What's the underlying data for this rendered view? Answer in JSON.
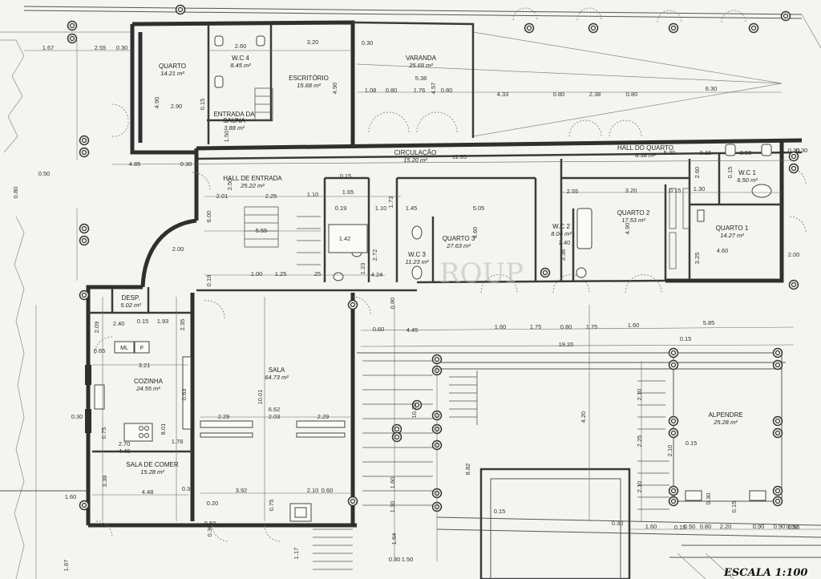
{
  "rooms": [
    {
      "name": "QUARTO",
      "area": "14.21 m²"
    },
    {
      "name": "W.C 4",
      "area": "8.45 m²"
    },
    {
      "name": "ESCRITÓRIO",
      "area": "15.68 m²"
    },
    {
      "name": "VARANDA",
      "area": "25.69 m²"
    },
    {
      "name": "ENTRADA DA SAUNA",
      "area": "3.88 m²"
    },
    {
      "name": "CIRCULAÇÃO",
      "area": "15.20 m²"
    },
    {
      "name": "HALL DO QUARTO",
      "area": "8.38 m²"
    },
    {
      "name": "HALL DE ENTRADA",
      "area": "25.22 m²"
    },
    {
      "name": "W.C 1",
      "area": "6.50 m²"
    },
    {
      "name": "W.C 2",
      "area": "8.04 m²"
    },
    {
      "name": "QUARTO 2",
      "area": "17.53 m²"
    },
    {
      "name": "QUARTO 1",
      "area": "14.27 m²"
    },
    {
      "name": "QUARTO 3",
      "area": "27.63 m²"
    },
    {
      "name": "W.C 3",
      "area": "11.23 m²"
    },
    {
      "name": "DESP.",
      "area": "5.02 m²"
    },
    {
      "name": "COZINHA",
      "area": "24.55 m²"
    },
    {
      "name": "SALA",
      "area": "64.73 m²"
    },
    {
      "name": "SALA DE COMER",
      "area": "15.28 m²"
    },
    {
      "name": "ALPENDRE",
      "area": "25.28 m²"
    }
  ],
  "fixtures": {
    "ml": "ML",
    "f": "F"
  },
  "dimensions": [
    "1.67",
    "2.55",
    "0.30",
    "2.60",
    "3.20",
    "0.30",
    "5.38",
    "1.08",
    "0.80",
    "1.76",
    "0.80",
    "4.33",
    "0.80",
    "2.38",
    "0.80",
    "6.30",
    "4.90",
    "2.90",
    "0.15",
    "4.90",
    "4.57",
    "1.50",
    "4.85",
    "0.30",
    "0.50",
    "0.80",
    "2.50",
    "2.01",
    "2.25",
    "1.10",
    "1.65",
    "0.15",
    "11.95",
    "5.30",
    "0.15",
    "2.50",
    "0.30",
    "2.60",
    "0.15",
    "2.55",
    "3.20",
    "0.15",
    "1.30",
    "5.05",
    "1.10",
    "1.45",
    "0.19",
    "1.42",
    "2.72",
    "1.73",
    "4.60",
    "2.40",
    "3.36",
    "4.60",
    "3.25",
    "4.90",
    "6.00",
    "5.55",
    "1.00",
    "1.25",
    "25",
    "1.23",
    "4.24",
    "2.00",
    "0.19",
    "2.09",
    "2.40",
    "0.15",
    "1.93",
    "2.35",
    "0.65",
    "3.21",
    "0.63",
    "0.30",
    "0.75",
    "2.70",
    "1.78",
    "8.01",
    "10.01",
    "6.62",
    "2.29",
    "2.03",
    "2.29",
    "4.48",
    "3.38",
    "4.48",
    "1.60",
    "0.36",
    "3.92",
    "2.10",
    "0.60",
    "0.20",
    "0.30",
    "0.75",
    "1.17",
    "1.67",
    "0.80",
    "0.60",
    "4.45",
    "1.60",
    "1.75",
    "0.80",
    "1.75",
    "1.60",
    "5.85",
    "19.20",
    "10.20",
    "8.82",
    "1.60",
    "1.30",
    "1.64",
    "2.10",
    "2.25",
    "4.20",
    "2.10",
    "2.10",
    "0.30",
    "0.15",
    "1.60",
    "0.50",
    "0.80",
    "2.20",
    "0.90",
    "0.90",
    "0.50",
    "0.15",
    "0.50",
    "0.30",
    "1.50",
    "0.15",
    "0.15",
    "0.30",
    "0.50",
    "0.15",
    "0.30",
    "2.00",
    "1.00"
  ],
  "scale": "ESCALA 1:100",
  "watermark": "ROUP"
}
